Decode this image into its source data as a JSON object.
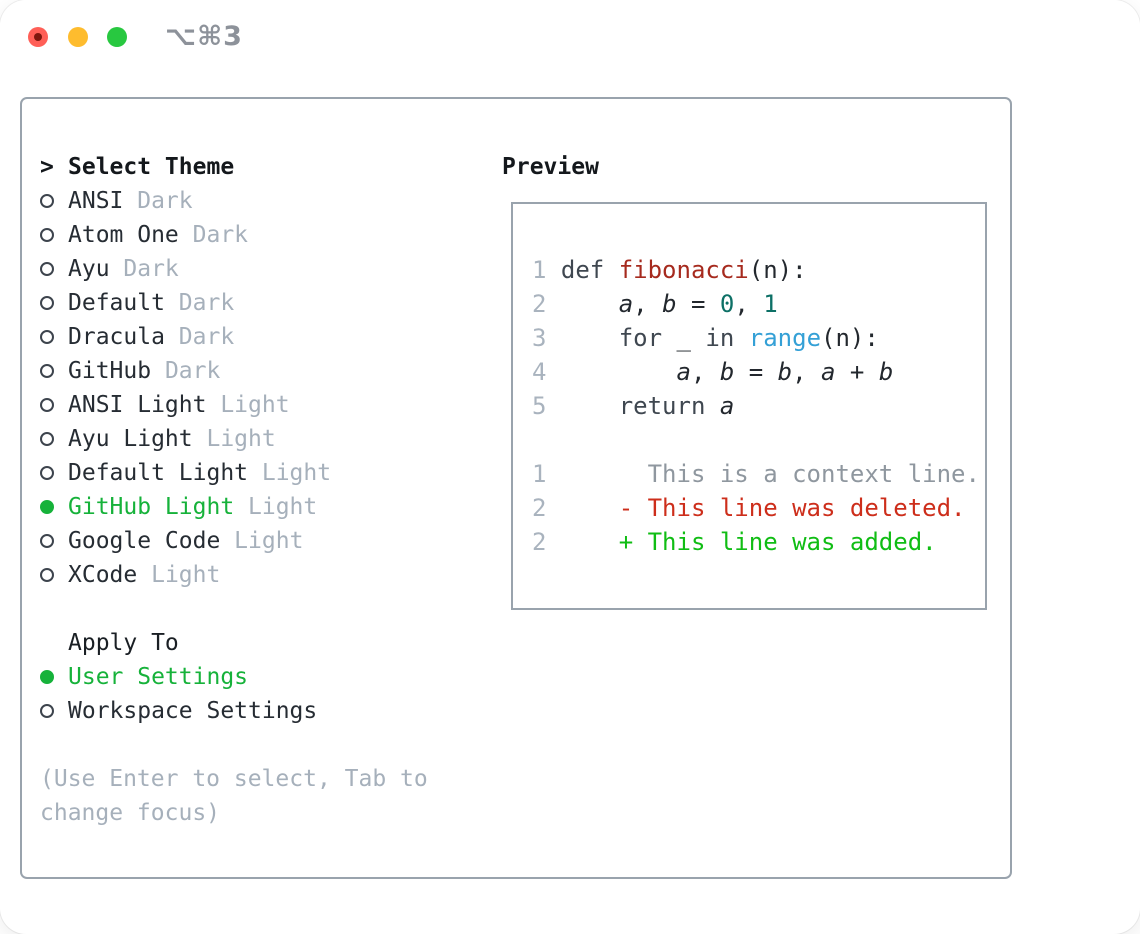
{
  "window": {
    "shortcut_label": "⌥⌘3"
  },
  "colors": {
    "selection_green": "#16b23a",
    "added_green": "#10bd14",
    "deleted_red": "#cd2e1b",
    "function_red": "#a62a1e",
    "number_teal": "#0d7066",
    "call_blue": "#34a0d6",
    "muted_gray": "#a6b0bb",
    "border_gray": "#99a3ad",
    "traffic_red": "#ff5f57",
    "traffic_yellow": "#febc2e",
    "traffic_green": "#28c840"
  },
  "theme_panel": {
    "prompt": ">",
    "title": "Select Theme",
    "themes": [
      {
        "name": "ANSI",
        "variant": "Dark",
        "selected": false
      },
      {
        "name": "Atom One",
        "variant": "Dark",
        "selected": false
      },
      {
        "name": "Ayu",
        "variant": "Dark",
        "selected": false
      },
      {
        "name": "Default",
        "variant": "Dark",
        "selected": false
      },
      {
        "name": "Dracula",
        "variant": "Dark",
        "selected": false
      },
      {
        "name": "GitHub",
        "variant": "Dark",
        "selected": false
      },
      {
        "name": "ANSI Light",
        "variant": "Light",
        "selected": false
      },
      {
        "name": "Ayu Light",
        "variant": "Light",
        "selected": false
      },
      {
        "name": "Default Light",
        "variant": "Light",
        "selected": false
      },
      {
        "name": "GitHub Light",
        "variant": "Light",
        "selected": true
      },
      {
        "name": "Google Code",
        "variant": "Light",
        "selected": false
      },
      {
        "name": "XCode",
        "variant": "Light",
        "selected": false
      }
    ],
    "apply_to": {
      "title": "Apply To",
      "options": [
        {
          "label": "User Settings",
          "selected": true
        },
        {
          "label": "Workspace Settings",
          "selected": false
        }
      ]
    },
    "hint_line1": "(Use Enter to select, Tab to",
    "hint_line2": "change focus)"
  },
  "preview": {
    "title": "Preview",
    "lines": [
      {
        "num": "1",
        "segments": [
          {
            "t": "def ",
            "c": "kw"
          },
          {
            "t": "fibonacci",
            "c": "fn"
          },
          {
            "t": "(n):",
            "c": "plain"
          }
        ]
      },
      {
        "num": "2",
        "segments": [
          {
            "t": "    ",
            "c": "plain"
          },
          {
            "t": "a",
            "c": "var"
          },
          {
            "t": ", ",
            "c": "plain"
          },
          {
            "t": "b",
            "c": "var"
          },
          {
            "t": " = ",
            "c": "plain"
          },
          {
            "t": "0",
            "c": "lit"
          },
          {
            "t": ", ",
            "c": "plain"
          },
          {
            "t": "1",
            "c": "lit"
          }
        ]
      },
      {
        "num": "3",
        "segments": [
          {
            "t": "    ",
            "c": "plain"
          },
          {
            "t": "for",
            "c": "kw"
          },
          {
            "t": " _ ",
            "c": "plain"
          },
          {
            "t": "in",
            "c": "kw"
          },
          {
            "t": " ",
            "c": "plain"
          },
          {
            "t": "range",
            "c": "call"
          },
          {
            "t": "(n):",
            "c": "plain"
          }
        ]
      },
      {
        "num": "4",
        "segments": [
          {
            "t": "        ",
            "c": "plain"
          },
          {
            "t": "a",
            "c": "var"
          },
          {
            "t": ", ",
            "c": "plain"
          },
          {
            "t": "b",
            "c": "var"
          },
          {
            "t": " = ",
            "c": "plain"
          },
          {
            "t": "b",
            "c": "var"
          },
          {
            "t": ", ",
            "c": "plain"
          },
          {
            "t": "a",
            "c": "var"
          },
          {
            "t": " + ",
            "c": "plain"
          },
          {
            "t": "b",
            "c": "var"
          }
        ]
      },
      {
        "num": "5",
        "segments": [
          {
            "t": "    ",
            "c": "plain"
          },
          {
            "t": "return",
            "c": "kw"
          },
          {
            "t": " ",
            "c": "plain"
          },
          {
            "t": "a",
            "c": "var"
          }
        ]
      },
      {
        "num": "",
        "segments": []
      },
      {
        "num": "1",
        "segments": [
          {
            "t": "      This is a context line.",
            "c": "ctx"
          }
        ]
      },
      {
        "num": "2",
        "segments": [
          {
            "t": "    ",
            "c": "plain"
          },
          {
            "t": "- This line was deleted.",
            "c": "del"
          }
        ]
      },
      {
        "num": "2",
        "segments": [
          {
            "t": "    ",
            "c": "plain"
          },
          {
            "t": "+ This line was added.",
            "c": "add"
          }
        ]
      }
    ]
  }
}
